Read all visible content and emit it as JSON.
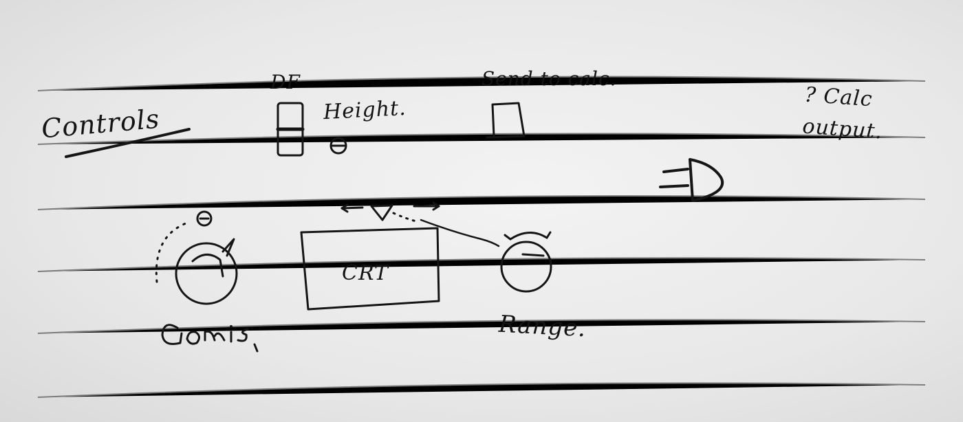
{
  "labels": {
    "controls": "Controls",
    "df": "DF",
    "height": "Height.",
    "send_to_calc": "Send to calc.",
    "calc_output": "? Calc output.",
    "crt": "CRT",
    "range": "Range."
  },
  "illegible_labels": [
    {
      "id": "knob-left",
      "text": ""
    }
  ]
}
